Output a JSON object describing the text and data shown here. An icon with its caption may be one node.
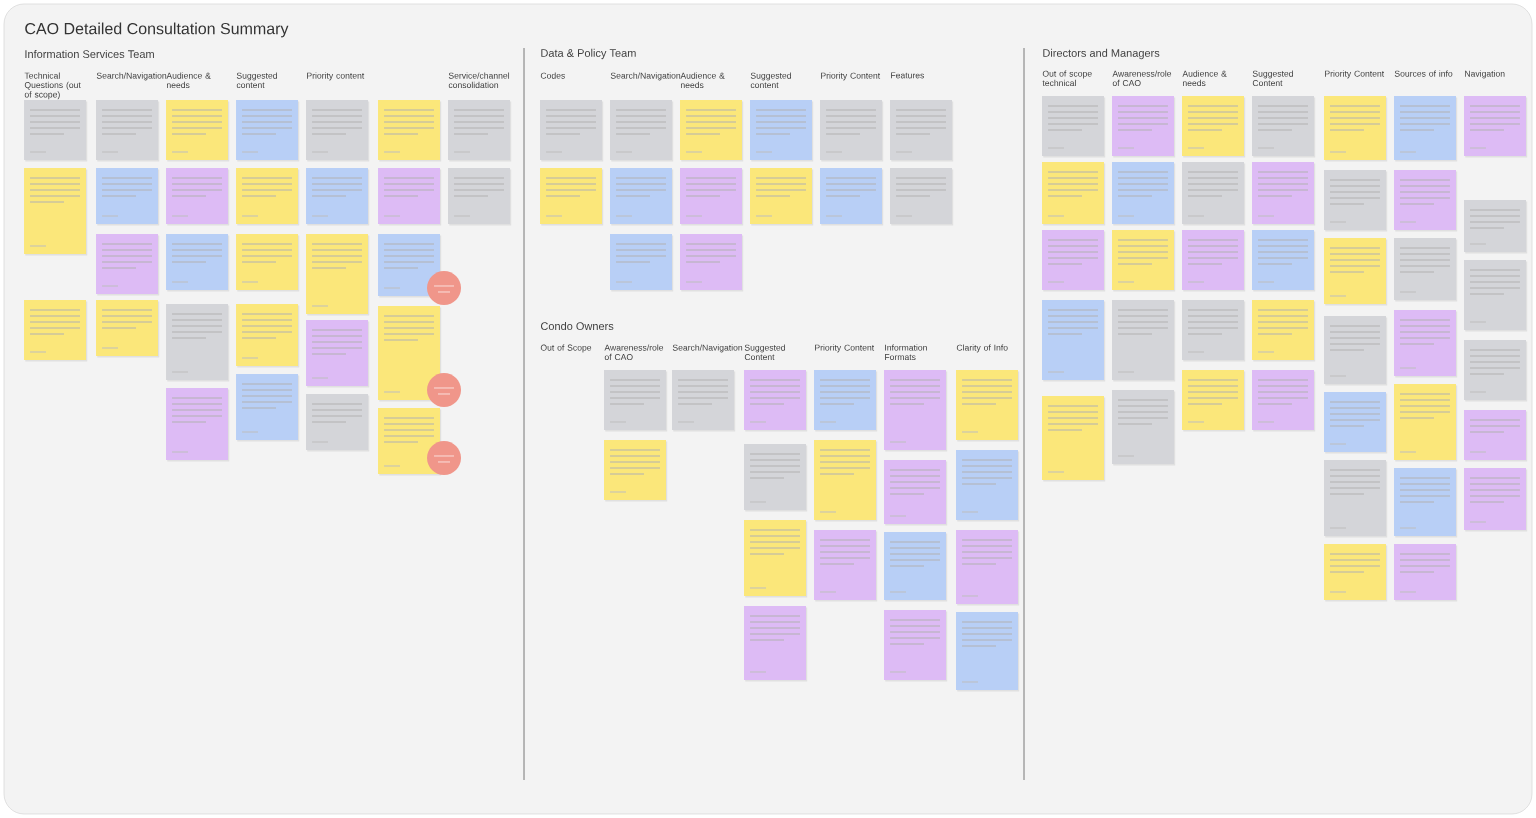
{
  "diagram": {
    "title": "CAO Detailed Consultation Summary",
    "labels": [
      "Information Services Team",
      "Technical Questions (out of scope)",
      "Search/Navigation",
      "Audience & needs",
      "Suggested content",
      "Priority content",
      "Service/channel consolidation",
      "Data & Policy Team",
      "Codes",
      "Search/Navigation",
      "Audience & needs",
      "Suggested content",
      "Priority Content",
      "Features",
      "Directors and Managers",
      "Out of scope technical",
      "Awareness/role of CAO",
      "Audience & needs",
      "Suggested Content",
      "Priority Content",
      "Sources of info",
      "Navigation",
      "Condo Owners",
      "Out of Scope",
      "Awareness/role of CAO",
      "Search/Navigation",
      "Suggested Content",
      "Priority Content",
      "Information Formats",
      "Clarity of Info"
    ]
  }
}
